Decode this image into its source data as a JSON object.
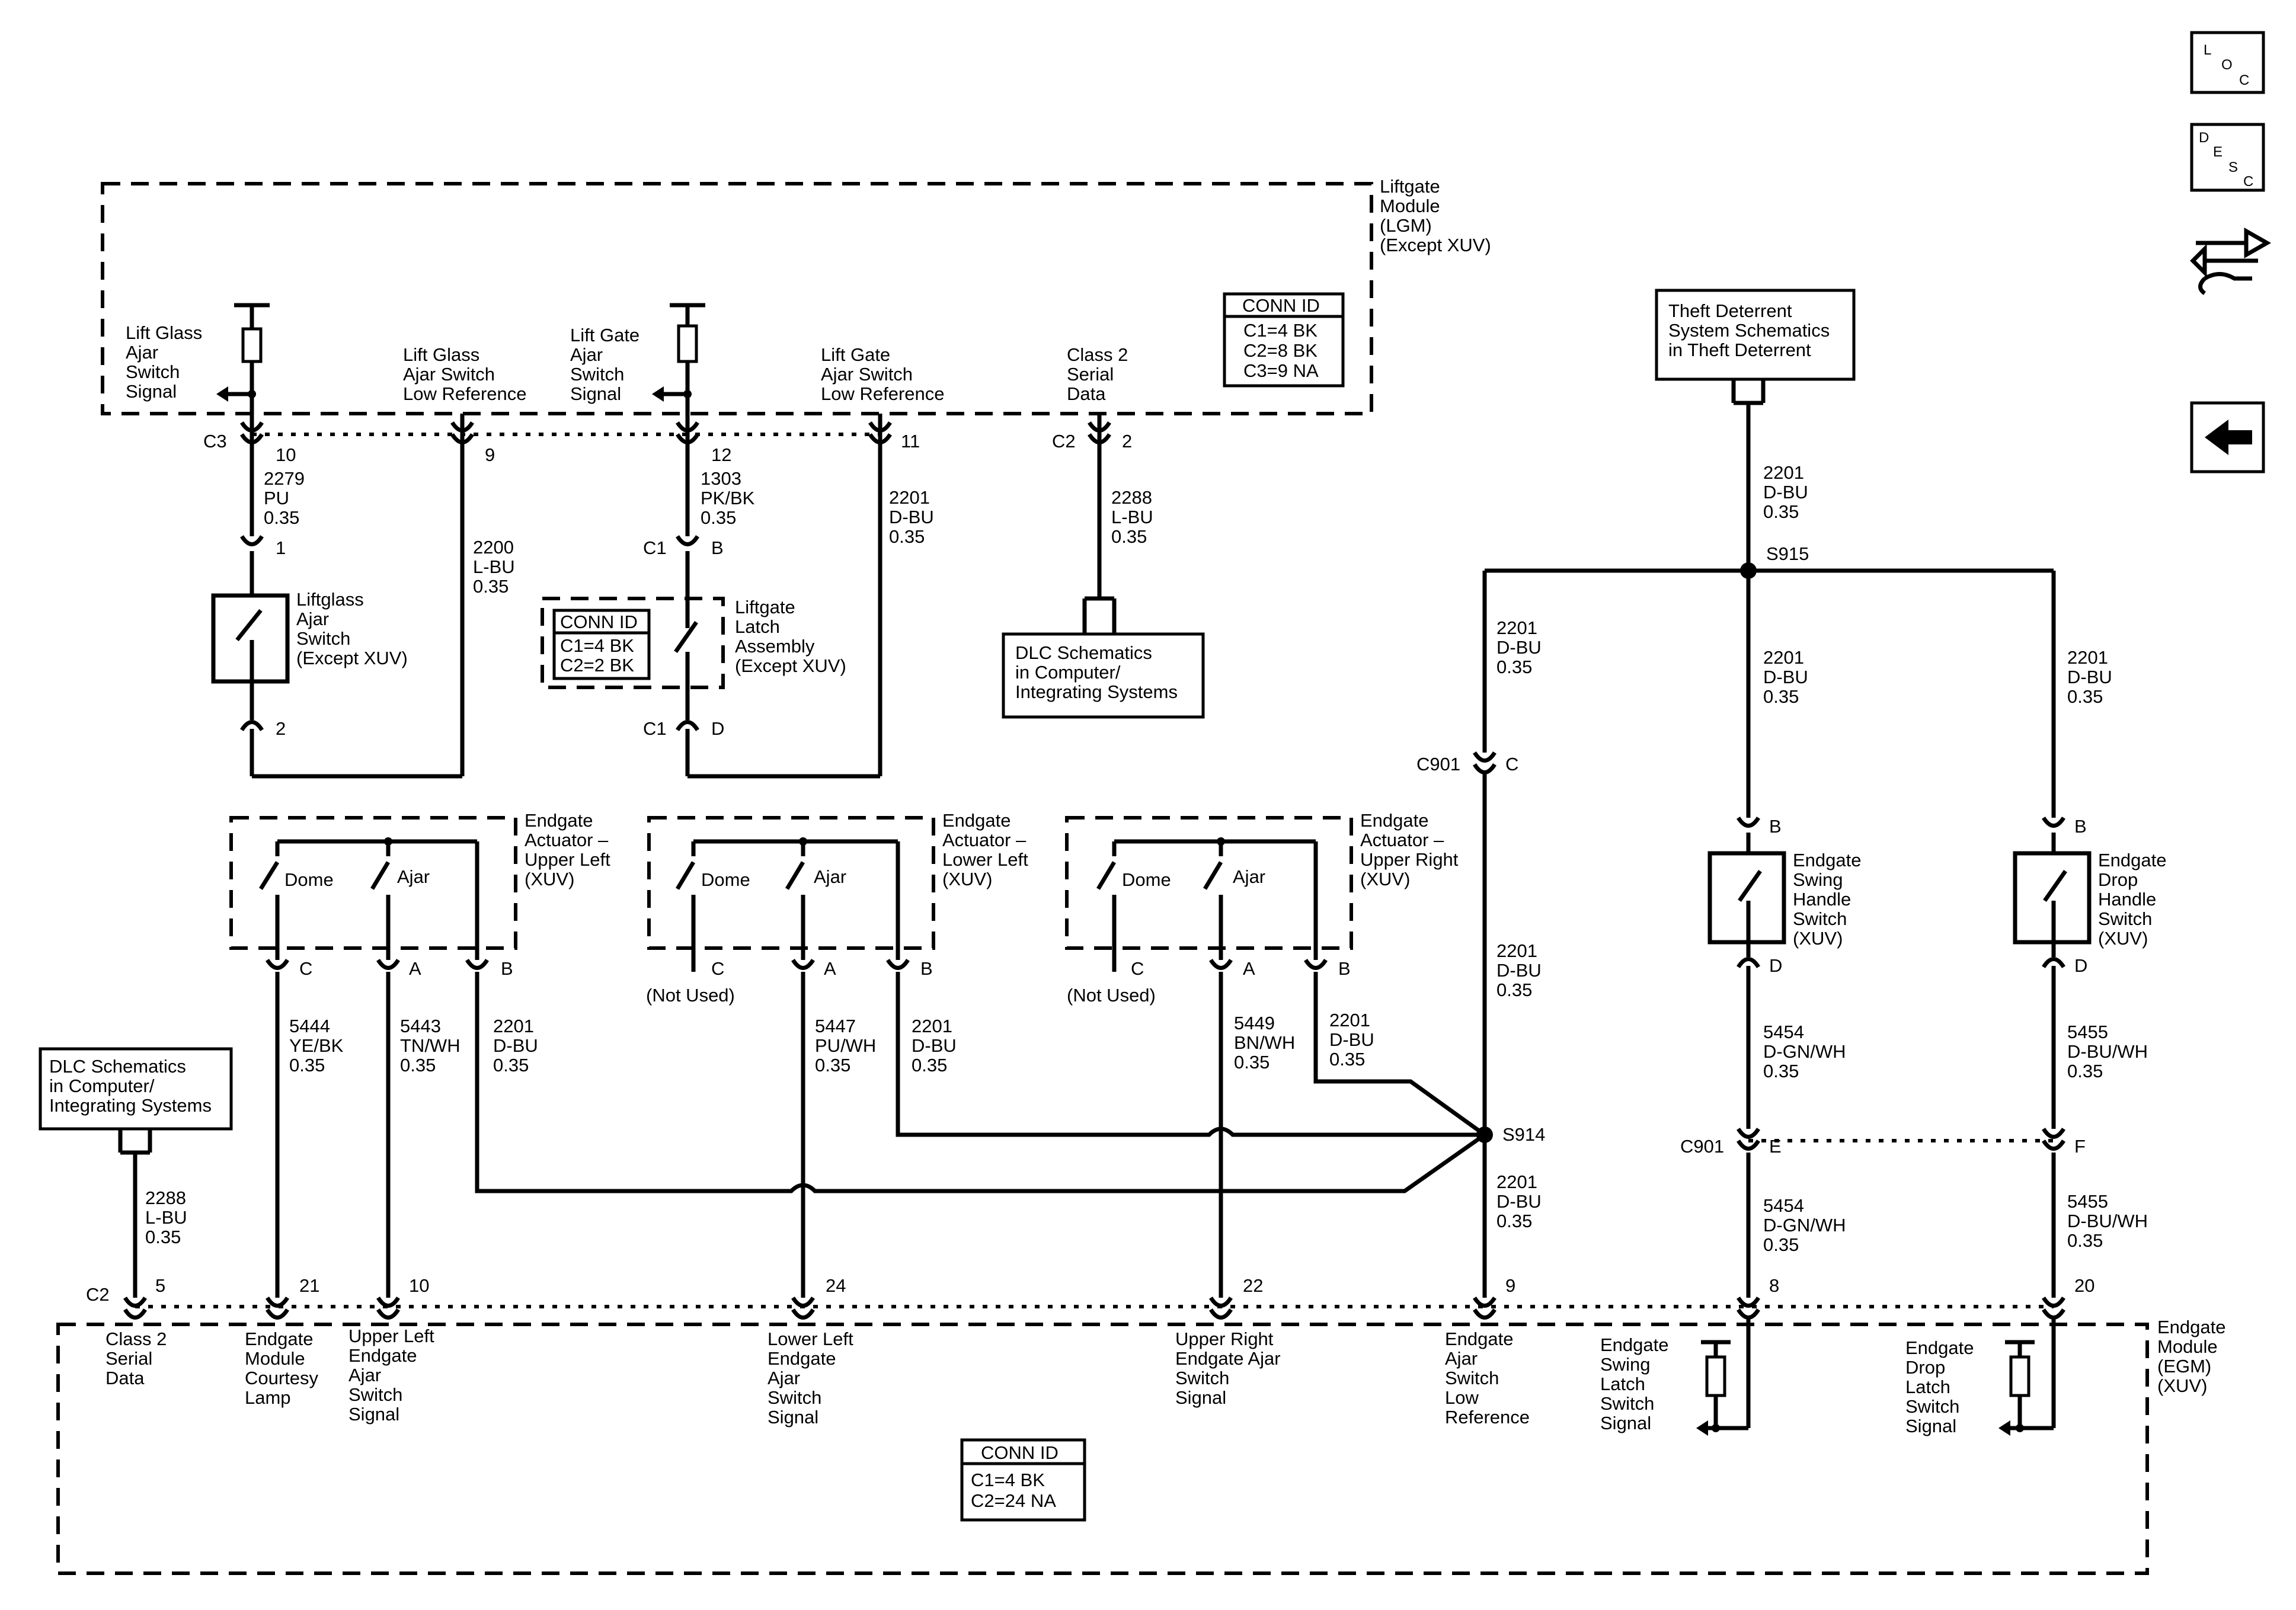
{
  "nav": {
    "loc": [
      "L",
      "O",
      "C"
    ],
    "desc": [
      "D",
      "E",
      "S",
      "C"
    ]
  },
  "lgm": {
    "title": [
      "Liftgate",
      "Module",
      "(LGM)",
      "(Except XUV)"
    ],
    "conn_title": "CONN ID",
    "conn": [
      "C1=4 BK",
      "C2=8 BK",
      "C3=9 NA"
    ],
    "pins": {
      "c3_conn": "C3",
      "p10": "10",
      "p9": "9",
      "p12": "12",
      "p11": "11",
      "c2_conn": "C2",
      "p2": "2"
    },
    "labels": {
      "lift_glass_ajar": [
        "Lift Glass",
        "Ajar",
        "Switch",
        "Signal"
      ],
      "lift_glass_lowref": [
        "Lift Glass",
        "Ajar Switch",
        "Low Reference"
      ],
      "lift_gate_ajar": [
        "Lift Gate",
        "Ajar",
        "Switch",
        "Signal"
      ],
      "lift_gate_lowref": [
        "Lift Gate",
        "Ajar Switch",
        "Low Reference"
      ],
      "class2": [
        "Class 2",
        "Serial",
        "Data"
      ]
    }
  },
  "wires": {
    "w2279": [
      "2279",
      "PU",
      "0.35"
    ],
    "w2200": [
      "2200",
      "L-BU",
      "0.35"
    ],
    "w1303": [
      "1303",
      "PK/BK",
      "0.35"
    ],
    "w2201_top": [
      "2201",
      "D-BU",
      "0.35"
    ],
    "w2288_top": [
      "2288",
      "L-BU",
      "0.35"
    ],
    "w2201_theft": [
      "2201",
      "D-BU",
      "0.35"
    ],
    "w2201_s915_left": [
      "2201",
      "D-BU",
      "0.35"
    ],
    "w2201_s915_mid": [
      "2201",
      "D-BU",
      "0.35"
    ],
    "w2201_s915_right": [
      "2201",
      "D-BU",
      "0.35"
    ],
    "w2201_c901": [
      "2201",
      "D-BU",
      "0.35"
    ],
    "w2201_s914_down": [
      "2201",
      "D-BU",
      "0.35"
    ],
    "w5444": [
      "5444",
      "YE/BK",
      "0.35"
    ],
    "w5443": [
      "5443",
      "TN/WH",
      "0.35"
    ],
    "w2201_ul": [
      "2201",
      "D-BU",
      "0.35"
    ],
    "w5447": [
      "5447",
      "PU/WH",
      "0.35"
    ],
    "w2201_ll": [
      "2201",
      "D-BU",
      "0.35"
    ],
    "w5449": [
      "5449",
      "BN/WH",
      "0.35"
    ],
    "w2201_ur": [
      "2201",
      "D-BU",
      "0.35"
    ],
    "w5454_a": [
      "5454",
      "D-GN/WH",
      "0.35"
    ],
    "w5455_a": [
      "5455",
      "D-BU/WH",
      "0.35"
    ],
    "w5454_b": [
      "5454",
      "D-GN/WH",
      "0.35"
    ],
    "w5455_b": [
      "5455",
      "D-BU/WH",
      "0.35"
    ],
    "w2288_bottom": [
      "2288",
      "L-BU",
      "0.35"
    ]
  },
  "components": {
    "liftglass_switch": {
      "label": [
        "Liftglass",
        "Ajar",
        "Switch",
        "(Except XUV)"
      ],
      "pin_top": "1",
      "pin_bottom": "2"
    },
    "liftgate_latch": {
      "label": [
        "Liftgate",
        "Latch",
        "Assembly",
        "(Except XUV)"
      ],
      "conn_top": "C1",
      "pin_top": "B",
      "conn_bottom": "C1",
      "pin_bottom": "D",
      "conn_title": "CONN ID",
      "conn": [
        "C1=4 BK",
        "C2=2 BK"
      ]
    },
    "dlc_top": [
      "DLC Schematics",
      "in Computer/",
      "Integrating Systems"
    ],
    "dlc_left": [
      "DLC Schematics",
      "in Computer/",
      "Integrating Systems"
    ],
    "theft": [
      "Theft Deterrent",
      "System Schematics",
      "in Theft Deterrent"
    ],
    "s915": "S915",
    "s914": "S914",
    "c901_conn": "C901",
    "c901_pin_c": "C",
    "c901_conn_b": "C901",
    "c901_pin_e": "E",
    "c901_pin_f": "F",
    "actuator_ul": {
      "label": [
        "Endgate",
        "Actuator –",
        "Upper Left",
        "(XUV)"
      ],
      "dome": "Dome",
      "ajar": "Ajar",
      "pins": [
        "C",
        "A",
        "B"
      ]
    },
    "actuator_ll": {
      "label": [
        "Endgate",
        "Actuator –",
        "Lower Left",
        "(XUV)"
      ],
      "dome": "Dome",
      "ajar": "Ajar",
      "pins": [
        "C",
        "A",
        "B"
      ],
      "not_used": "(Not Used)"
    },
    "actuator_ur": {
      "label": [
        "Endgate",
        "Actuator –",
        "Upper Right",
        "(XUV)"
      ],
      "dome": "Dome",
      "ajar": "Ajar",
      "pins": [
        "C",
        "A",
        "B"
      ],
      "not_used": "(Not Used)"
    },
    "swing_handle": {
      "label": [
        "Endgate",
        "Swing",
        "Handle",
        "Switch",
        "(XUV)"
      ],
      "pin_top": "B",
      "pin_bottom": "D"
    },
    "drop_handle": {
      "label": [
        "Endgate",
        "Drop",
        "Handle",
        "Switch",
        "(XUV)"
      ],
      "pin_top": "B",
      "pin_bottom": "D"
    }
  },
  "egm": {
    "title": [
      "Endgate",
      "Module",
      "(EGM)",
      "(XUV)"
    ],
    "conn_title": "CONN ID",
    "conn": [
      "C1=4 BK",
      "C2=24 NA"
    ],
    "c2_conn": "C2",
    "pins": {
      "p5": "5",
      "p21": "21",
      "p10": "10",
      "p24": "24",
      "p22": "22",
      "p9": "9",
      "p8": "8",
      "p20": "20"
    },
    "labels": {
      "class2": [
        "Class 2",
        "Serial",
        "Data"
      ],
      "courtesy": [
        "Endgate",
        "Module",
        "Courtesy",
        "Lamp"
      ],
      "upper_left": [
        "Upper Left",
        "Endgate",
        "Ajar",
        "Switch",
        "Signal"
      ],
      "lower_left": [
        "Lower Left",
        "Endgate",
        "Ajar",
        "Switch",
        "Signal"
      ],
      "upper_right": [
        "Upper Right",
        "Endgate Ajar",
        "Switch",
        "Signal"
      ],
      "lowref": [
        "Endgate",
        "Ajar",
        "Switch",
        "Low",
        "Reference"
      ],
      "swing_latch": [
        "Endgate",
        "Swing",
        "Latch",
        "Switch",
        "Signal"
      ],
      "drop_latch": [
        "Endgate",
        "Drop",
        "Latch",
        "Switch",
        "Signal"
      ]
    }
  }
}
